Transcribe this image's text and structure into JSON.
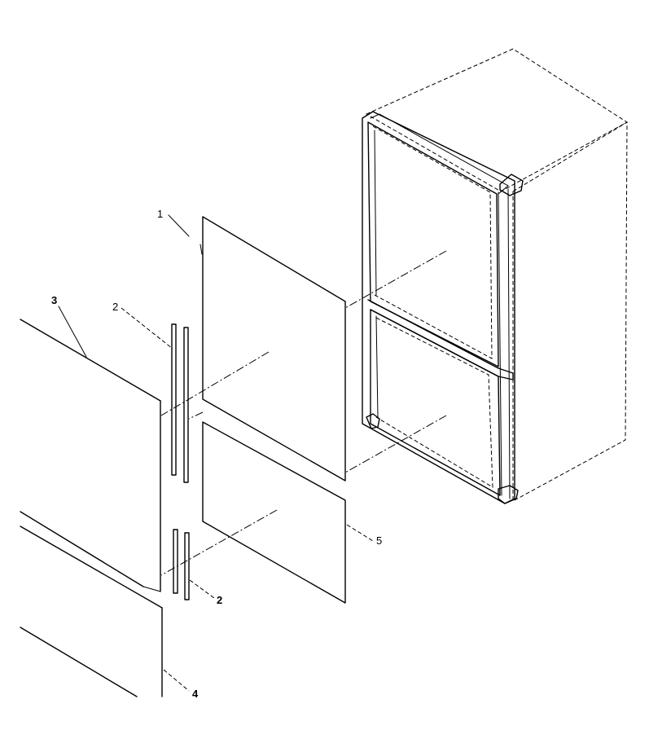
{
  "callouts": {
    "c1": "1",
    "c2a": "2",
    "c2b": "2",
    "c3": "3",
    "c4": "4",
    "c5": "5"
  }
}
